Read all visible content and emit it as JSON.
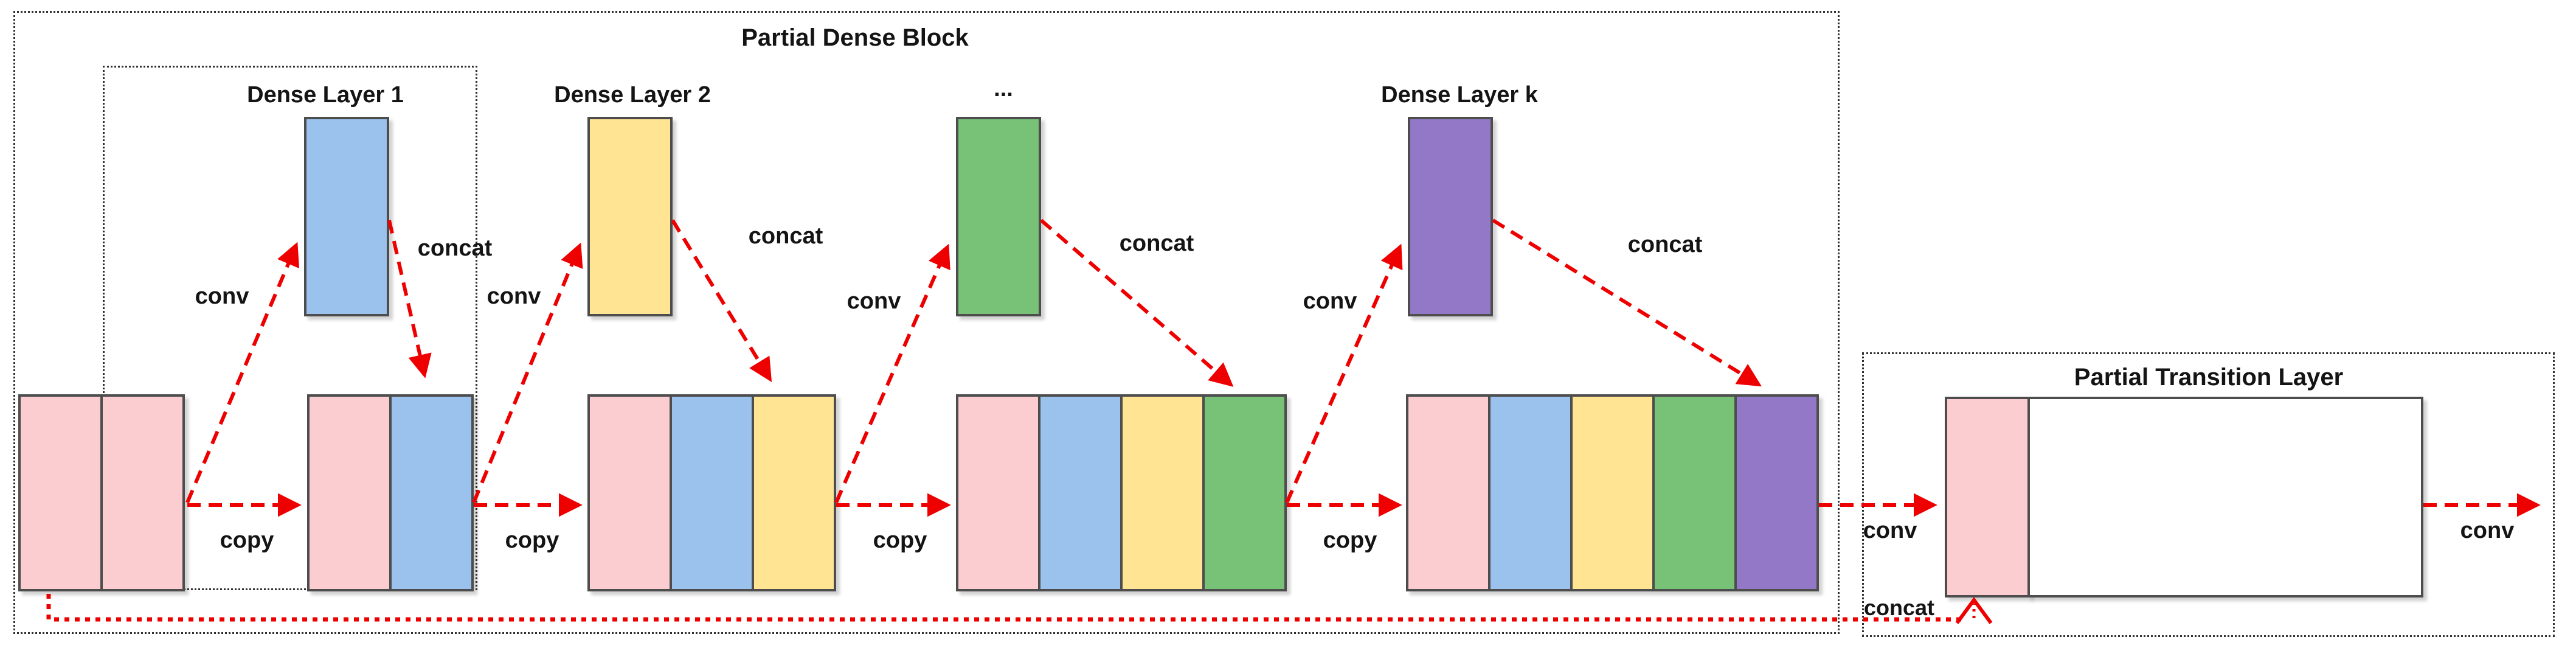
{
  "labels": {
    "conv": "conv",
    "copy": "copy",
    "concat": "concat"
  },
  "dense_block": {
    "title": "Partial Dense Block",
    "dense_layers": [
      {
        "label": "Dense Layer 1",
        "color": "blue"
      },
      {
        "label": "Dense Layer 2",
        "color": "yellow"
      },
      {
        "label": "...",
        "color": "green"
      },
      {
        "label": "Dense Layer k",
        "color": "purple"
      }
    ],
    "feature_maps": [
      {
        "cells": [
          "pink",
          "pink"
        ]
      },
      {
        "cells": [
          "pink",
          "blue"
        ]
      },
      {
        "cells": [
          "pink",
          "blue",
          "yellow"
        ]
      },
      {
        "cells": [
          "pink",
          "blue",
          "yellow",
          "green"
        ]
      },
      {
        "cells": [
          "pink",
          "blue",
          "yellow",
          "green",
          "purple"
        ]
      }
    ]
  },
  "transition_layer": {
    "title": "Partial Transition Layer",
    "parts": [
      "pink",
      "white"
    ]
  },
  "palette": {
    "pink": "#FBCCD0",
    "blue": "#9AC2EC",
    "yellow": "#FFE494",
    "green": "#77C277",
    "purple": "#9478C8",
    "white": "#FFFFFF",
    "arrow_red": "#EE0000",
    "rect_border_gray": "#4D4D4D",
    "dotted_box_black": "#2E2E2E",
    "text": "#141414"
  }
}
